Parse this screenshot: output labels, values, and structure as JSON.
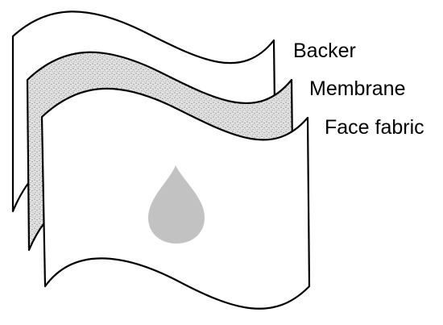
{
  "layers": [
    {
      "id": "backer",
      "label": "Backer",
      "fill": "#ffffff",
      "pattern": "none"
    },
    {
      "id": "membrane",
      "label": "Membrane",
      "fill": "#e2e2e2",
      "pattern": "stipple"
    },
    {
      "id": "face-fabric",
      "label": "Face fabric",
      "fill": "#ffffff",
      "pattern": "none"
    }
  ],
  "droplet": {
    "icon": "water-drop-icon",
    "color": "#c2c2c2"
  },
  "colors": {
    "outline": "#000000",
    "background": "#ffffff",
    "stipple_dots": "#7a7a7a"
  }
}
